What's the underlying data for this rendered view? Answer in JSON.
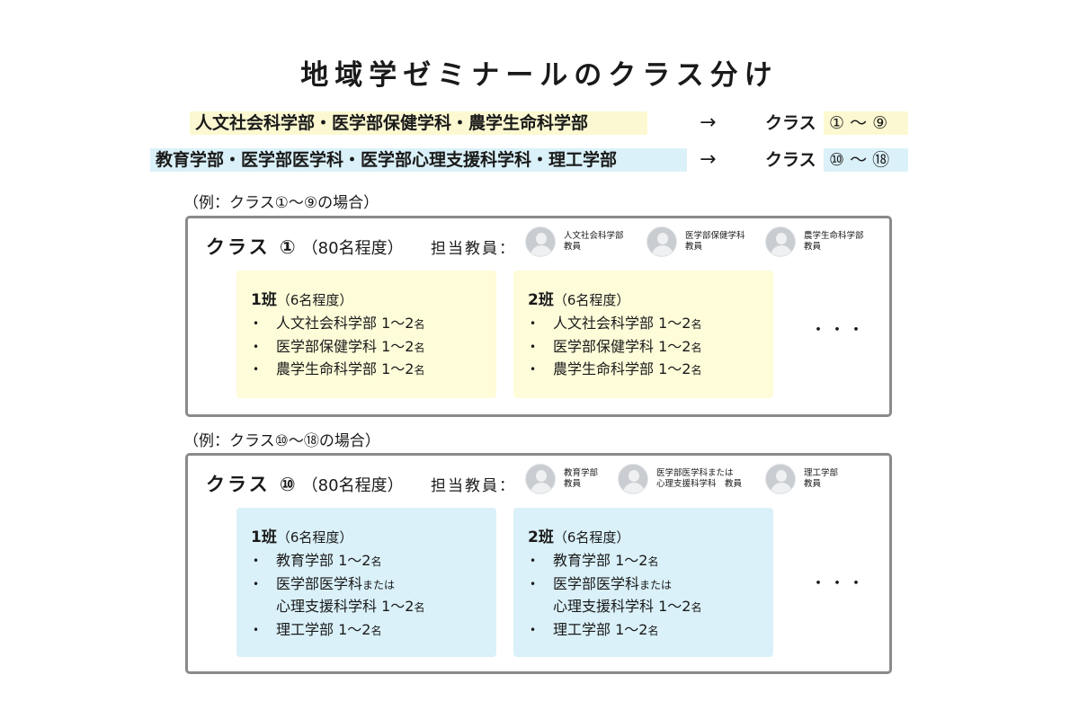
{
  "title": "地域学ゼミナールのクラス分け",
  "mapping": [
    {
      "departments": "人文社会科学部・医学部保健学科・農学生命科学部",
      "arrow": "→",
      "class_label": "クラス",
      "range": "① ～ ⑨",
      "highlight": "#fcf9d2"
    },
    {
      "departments": "教育学部・医学部医学科・医学部心理支援科学科・理工学部",
      "arrow": "→",
      "class_label": "クラス",
      "range": "⑩ ～ ⑱",
      "highlight": "#dbf1f9"
    }
  ],
  "examples": [
    {
      "caption": "（例：クラス①～⑨の場合）",
      "class_name": "クラス ①",
      "class_size": "（80名程度）",
      "teacher_label": "担当教員：",
      "teachers": [
        {
          "line1": "人文社会科学部",
          "line2": "教員"
        },
        {
          "line1": "医学部保健学科",
          "line2": "教員"
        },
        {
          "line1": "農学生命科学部",
          "line2": "教員"
        }
      ],
      "groups": [
        {
          "num": "1班",
          "size": "（6名程度）",
          "items": [
            {
              "name": "人文社会科学部",
              "count": "1～2",
              "unit": "名"
            },
            {
              "name": "医学部保健学科",
              "count": "1～2",
              "unit": "名"
            },
            {
              "name": "農学生命科学部",
              "count": "1～2",
              "unit": "名"
            }
          ]
        },
        {
          "num": "2班",
          "size": "（6名程度）",
          "items": [
            {
              "name": "人文社会科学部",
              "count": "1～2",
              "unit": "名"
            },
            {
              "name": "医学部保健学科",
              "count": "1～2",
              "unit": "名"
            },
            {
              "name": "農学生命科学部",
              "count": "1～2",
              "unit": "名"
            }
          ]
        }
      ],
      "ellipsis": "・・・",
      "color": "#fefcd9"
    },
    {
      "caption": "（例：クラス⑩～⑱の場合）",
      "class_name": "クラス ⑩",
      "class_size": "（80名程度）",
      "teacher_label": "担当教員：",
      "teachers": [
        {
          "line1": "教育学部",
          "line2": "教員"
        },
        {
          "line1": "医学部医学科または",
          "line2": "心理支援科学科　教員"
        },
        {
          "line1": "理工学部",
          "line2": "教員"
        }
      ],
      "groups": [
        {
          "num": "1班",
          "size": "（6名程度）",
          "items": [
            {
              "name": "教育学部",
              "count": "1～2",
              "unit": "名"
            },
            {
              "name": "医学部医学科",
              "alt": "または",
              "name2": "心理支援科学科",
              "count": "1～2",
              "unit": "名"
            },
            {
              "name": "理工学部",
              "count": "1～2",
              "unit": "名"
            }
          ]
        },
        {
          "num": "2班",
          "size": "（6名程度）",
          "items": [
            {
              "name": "教育学部",
              "count": "1～2",
              "unit": "名"
            },
            {
              "name": "医学部医学科",
              "alt": "または",
              "name2": "心理支援科学科",
              "count": "1～2",
              "unit": "名"
            },
            {
              "name": "理工学部",
              "count": "1～2",
              "unit": "名"
            }
          ]
        }
      ],
      "ellipsis": "・・・",
      "color": "#daf1f9"
    }
  ]
}
